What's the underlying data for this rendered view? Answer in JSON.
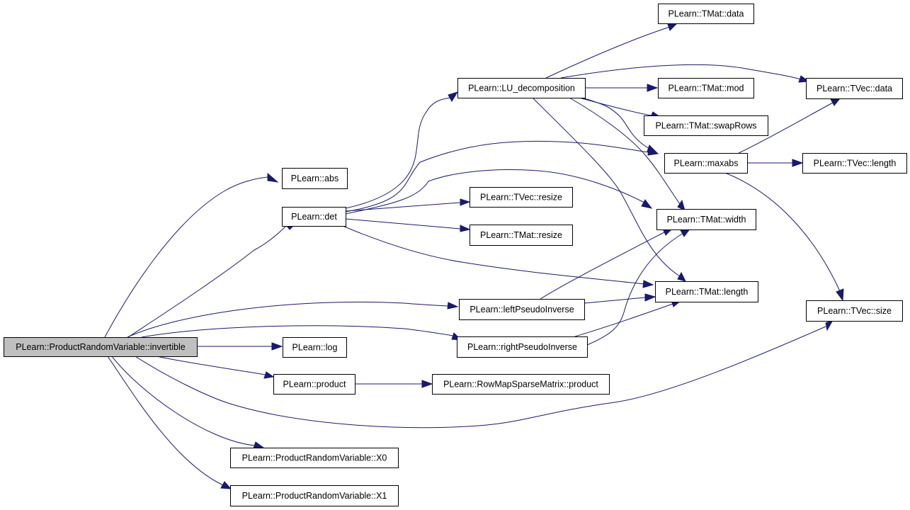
{
  "graph": {
    "edge_color": "#191970",
    "root_fill": "#bfbfbf",
    "nodes": [
      {
        "id": "root",
        "label": "PLearn::ProductRandomVariable::invertible"
      },
      {
        "id": "abs",
        "label": "PLearn::abs"
      },
      {
        "id": "det",
        "label": "PLearn::det"
      },
      {
        "id": "leftPseudoInverse",
        "label": "PLearn::leftPseudoInverse"
      },
      {
        "id": "rightPseudoInverse",
        "label": "PLearn::rightPseudoInverse"
      },
      {
        "id": "log",
        "label": "PLearn::log"
      },
      {
        "id": "product",
        "label": "PLearn::product"
      },
      {
        "id": "X0",
        "label": "PLearn::ProductRandomVariable::X0"
      },
      {
        "id": "X1",
        "label": "PLearn::ProductRandomVariable::X1"
      },
      {
        "id": "LU_decomposition",
        "label": "PLearn::LU_decomposition"
      },
      {
        "id": "TVec_resize",
        "label": "PLearn::TVec::resize"
      },
      {
        "id": "TMat_resize",
        "label": "PLearn::TMat::resize"
      },
      {
        "id": "RowMap_product",
        "label": "PLearn::RowMapSparseMatrix::product"
      },
      {
        "id": "TMat_data",
        "label": "PLearn::TMat::data"
      },
      {
        "id": "TMat_mod",
        "label": "PLearn::TMat::mod"
      },
      {
        "id": "TMat_swapRows",
        "label": "PLearn::TMat::swapRows"
      },
      {
        "id": "maxabs",
        "label": "PLearn::maxabs"
      },
      {
        "id": "TMat_width",
        "label": "PLearn::TMat::width"
      },
      {
        "id": "TMat_length",
        "label": "PLearn::TMat::length"
      },
      {
        "id": "TVec_data",
        "label": "PLearn::TVec::data"
      },
      {
        "id": "TVec_length",
        "label": "PLearn::TVec::length"
      },
      {
        "id": "TVec_size",
        "label": "PLearn::TVec::size"
      }
    ],
    "edges": [
      {
        "from": "root",
        "to": "abs"
      },
      {
        "from": "root",
        "to": "det"
      },
      {
        "from": "root",
        "to": "leftPseudoInverse"
      },
      {
        "from": "root",
        "to": "rightPseudoInverse"
      },
      {
        "from": "root",
        "to": "log"
      },
      {
        "from": "root",
        "to": "product"
      },
      {
        "from": "root",
        "to": "TVec_size"
      },
      {
        "from": "root",
        "to": "X0"
      },
      {
        "from": "root",
        "to": "X1"
      },
      {
        "from": "det",
        "to": "LU_decomposition"
      },
      {
        "from": "det",
        "to": "maxabs"
      },
      {
        "from": "det",
        "to": "TMat_width"
      },
      {
        "from": "det",
        "to": "TVec_resize"
      },
      {
        "from": "det",
        "to": "TMat_resize"
      },
      {
        "from": "det",
        "to": "TMat_length"
      },
      {
        "from": "LU_decomposition",
        "to": "TMat_data"
      },
      {
        "from": "LU_decomposition",
        "to": "TVec_data"
      },
      {
        "from": "LU_decomposition",
        "to": "TMat_mod"
      },
      {
        "from": "LU_decomposition",
        "to": "TMat_swapRows"
      },
      {
        "from": "LU_decomposition",
        "to": "maxabs"
      },
      {
        "from": "LU_decomposition",
        "to": "TMat_width"
      },
      {
        "from": "LU_decomposition",
        "to": "TMat_length"
      },
      {
        "from": "maxabs",
        "to": "TVec_data"
      },
      {
        "from": "maxabs",
        "to": "TVec_length"
      },
      {
        "from": "maxabs",
        "to": "TVec_size"
      },
      {
        "from": "leftPseudoInverse",
        "to": "TMat_width"
      },
      {
        "from": "leftPseudoInverse",
        "to": "TMat_length"
      },
      {
        "from": "rightPseudoInverse",
        "to": "TMat_width"
      },
      {
        "from": "rightPseudoInverse",
        "to": "TMat_length"
      },
      {
        "from": "product",
        "to": "RowMap_product"
      }
    ]
  }
}
